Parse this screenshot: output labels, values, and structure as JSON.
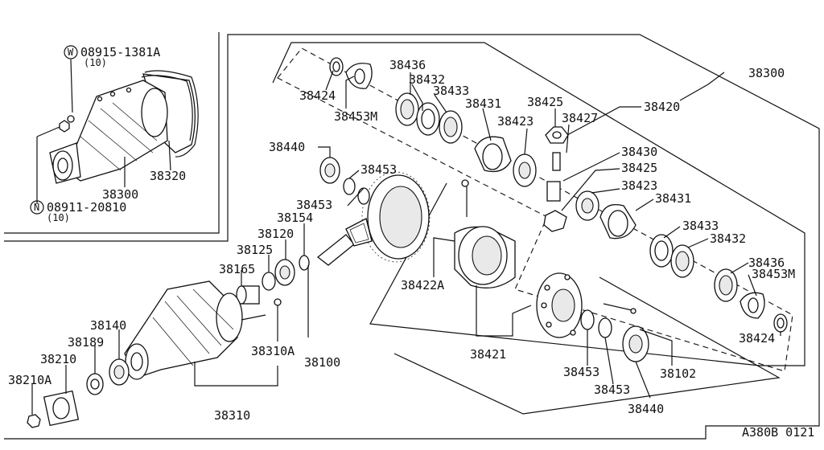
{
  "labels": {
    "washer_code": "08915-1381A",
    "washer_qty": "(10)",
    "washer_symbol": "W",
    "nut_code": "08911-20810",
    "nut_qty": "(10)",
    "nut_symbol": "N",
    "p38320": "38320",
    "p38300_inset": "38300",
    "p38300": "38300",
    "p38436_a": "38436",
    "p38432_a": "38432",
    "p38433_a": "38433",
    "p38424_a": "38424",
    "p38453M_a": "38453M",
    "p38431_a": "38431",
    "p38425_a": "38425",
    "p38423_a": "38423",
    "p38427": "38427",
    "p38420": "38420",
    "p38430": "38430",
    "p38425_b": "38425",
    "p38423_b": "38423",
    "p38431_b": "38431",
    "p38433_b": "38433",
    "p38432_b": "38432",
    "p38436_b": "38436",
    "p38453M_b": "38453M",
    "p38424_b": "38424",
    "p38440_a": "38440",
    "p38453_a": "38453",
    "p38453_b": "38453",
    "p38154": "38154",
    "p38120": "38120",
    "p38125": "38125",
    "p38165": "38165",
    "p38422A": "38422A",
    "p38421": "38421",
    "p38453_c": "38453",
    "p38453_d": "38453",
    "p38102": "38102",
    "p38440_b": "38440",
    "p38140": "38140",
    "p38189": "38189",
    "p38210": "38210",
    "p38210A": "38210A",
    "p38310A": "38310A",
    "p38100": "38100",
    "p38310": "38310",
    "figure_code": "A380B 0121"
  }
}
